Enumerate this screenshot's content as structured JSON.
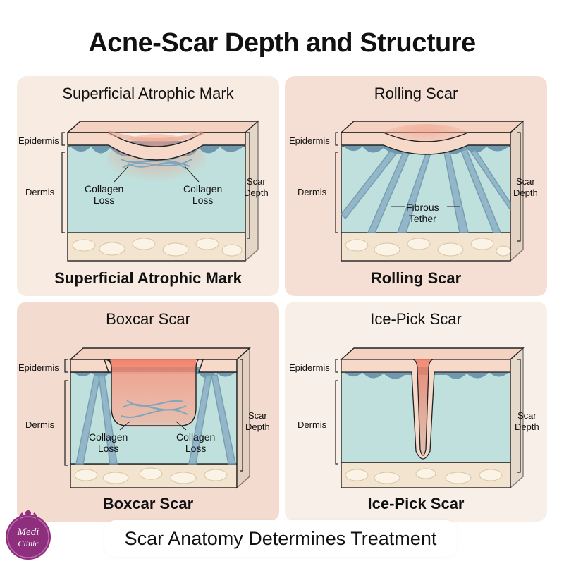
{
  "title": "Acne-Scar Depth and Structure",
  "panels": [
    {
      "title": "Superficial Atrophic Mark",
      "caption": "Superficial Atrophic Mark",
      "epidermis": "Epidermis",
      "dermis": "Dermis",
      "scar_depth": [
        "Scar",
        "Depth"
      ],
      "labels": [
        [
          "Collagen",
          "Loss"
        ],
        [
          "Collagen",
          "Loss"
        ]
      ]
    },
    {
      "title": "Rolling Scar",
      "caption": "Rolling Scar",
      "epidermis": "Epidermis",
      "dermis": "Dermis",
      "scar_depth": [
        "Scar",
        "Depth"
      ],
      "labels": [
        [
          "Fibrous",
          "Tether"
        ]
      ]
    },
    {
      "title": "Boxcar Scar",
      "caption": "Boxcar Scar",
      "epidermis": "Epidermis",
      "dermis": "Dermis",
      "scar_depth": [
        "Scar",
        "Depth"
      ],
      "labels": [
        [
          "Collagen",
          "Loss"
        ],
        [
          "Collagen",
          "Loss"
        ]
      ]
    },
    {
      "title": "Ice-Pick Scar",
      "caption": "Ice-Pick Scar",
      "epidermis": "Epidermis",
      "dermis": "Dermis",
      "scar_depth": [
        "Scar",
        "Depth"
      ],
      "labels": []
    }
  ],
  "footer": "Scar Anatomy Determines Treatment",
  "logo": {
    "line1": "Medi",
    "line2": "Clinic"
  },
  "colors": {
    "epidermis": "#f6d9c8",
    "dermis": "#bfe0dc",
    "basal_layer": "#6f98ae",
    "fat": "#f2e4cf",
    "scar_pink": "#f29a84",
    "fiber": "#7ea6bd",
    "logo": "#8e2f7d"
  }
}
